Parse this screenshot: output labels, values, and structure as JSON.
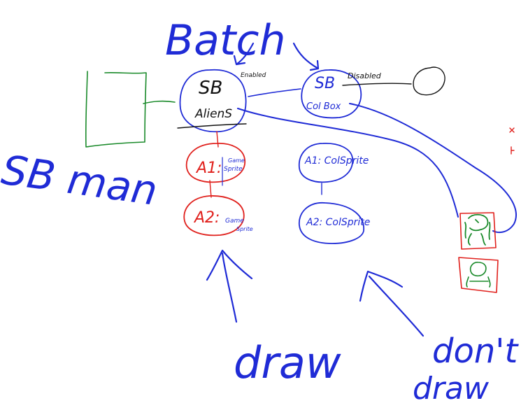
{
  "colors": {
    "background": "#ffffff",
    "blue_ink": "#1f2bd6",
    "red_ink": "#e0201c",
    "green_ink": "#1a8a2a",
    "black_ink": "#111111"
  },
  "heading": "Batch",
  "side_label": "SB man",
  "nodes": {
    "sb_aliens": {
      "line1": "SB",
      "line2": "AlienS",
      "annotation": "Enabled"
    },
    "sb_colbox": {
      "line1": "SB",
      "line2": "Col Box",
      "annotation": "Disabled"
    },
    "a1_left": {
      "label": "A1:",
      "sub1": "Game",
      "sub2": "Sprite"
    },
    "a2_left": {
      "label": "A2:",
      "sub1": "Game",
      "sub2": "Sprite"
    },
    "a1_right": {
      "label": "A1: ColSprite"
    },
    "a2_right": {
      "label": "A2: ColSprite"
    }
  },
  "bottom_labels": {
    "left": "draw",
    "right_line1": "don't",
    "right_line2": "draw"
  },
  "icons": [
    "alien-sprite-icon",
    "alien-outline-icon",
    "empty-square-icon"
  ]
}
